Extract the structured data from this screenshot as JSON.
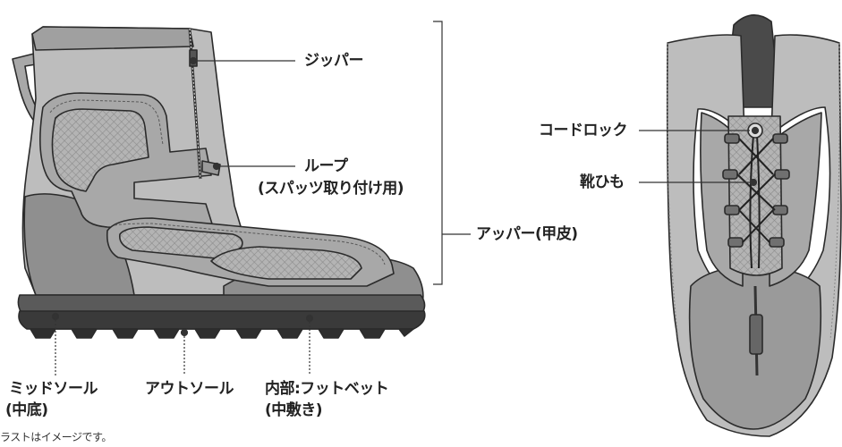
{
  "labels": {
    "zipper": "ジッパー",
    "loop_line1": "ループ",
    "loop_line2": "(スパッツ取り付け用)",
    "upper": "アッパー(甲皮)",
    "cord_lock": "コードロック",
    "shoelace": "靴ひも",
    "midsole_line1": "ミッドソール",
    "midsole_line2": "(中底)",
    "outsole": "アウトソール",
    "insole_line1": "内部:フットベット",
    "insole_line2": "(中敷き)",
    "footnote": "ラストはイメージです。"
  },
  "colors": {
    "upper_light": "#bdbdbd",
    "upper_mid": "#a6a6a6",
    "toe_dark": "#8d8d8d",
    "sole_black": "#3a3a3a",
    "collar_dark": "#4a4a4a",
    "outline": "#2b2b2b"
  }
}
